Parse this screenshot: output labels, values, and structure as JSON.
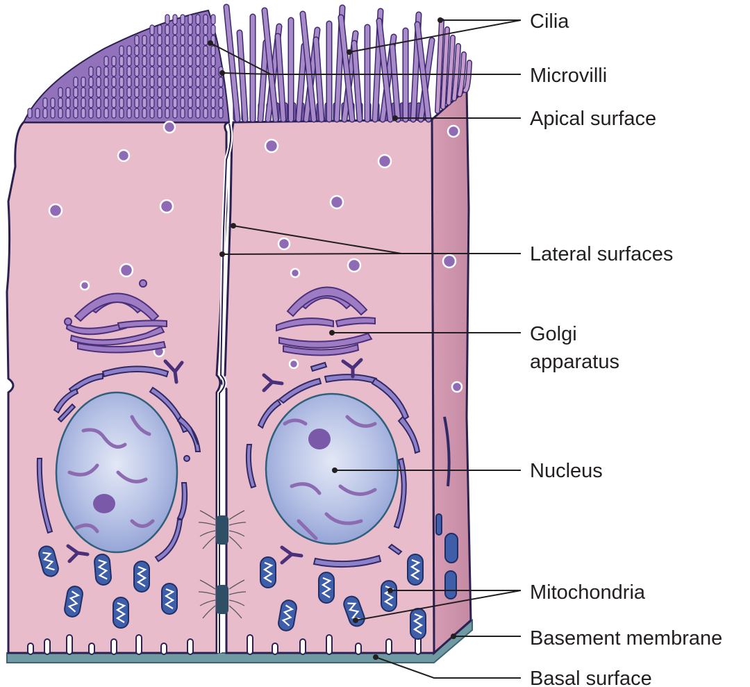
{
  "labels": {
    "cilia": "Cilia",
    "microvilli": "Microvilli",
    "apical_surface": "Apical surface",
    "lateral_surfaces": "Lateral surfaces",
    "golgi_line1": "Golgi",
    "golgi_line2": "apparatus",
    "nucleus": "Nucleus",
    "mitochondria": "Mitochondria",
    "basement_membrane": "Basement membrane",
    "basal_surface": "Basal surface"
  },
  "colors": {
    "cytoplasm": "#e8bccb",
    "side_face": "#cf93ac",
    "microvilli": "#7f5ca8",
    "cilia": "#a88ac8",
    "basement_membrane": "#6f9aa3",
    "nucleus": "#9fb0dc",
    "mitochondria": "#3f5eaa",
    "golgi": "#9d7cc4"
  }
}
